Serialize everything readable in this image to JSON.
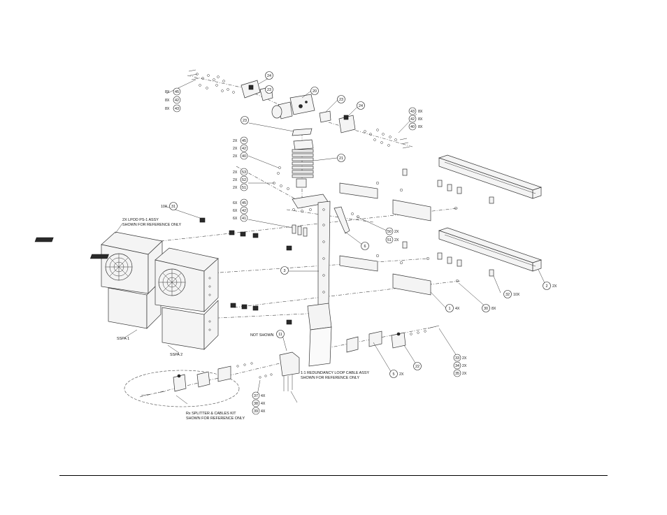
{
  "diagram": {
    "callouts": [
      {
        "id": "c24a",
        "num": "24",
        "qty": ""
      },
      {
        "id": "c23a",
        "num": "23",
        "qty": ""
      },
      {
        "id": "c20",
        "num": "20",
        "qty": ""
      },
      {
        "id": "c23b",
        "num": "23",
        "qty": ""
      },
      {
        "id": "c24b",
        "num": "24",
        "qty": ""
      },
      {
        "id": "c23c",
        "num": "23",
        "qty": ""
      },
      {
        "id": "c21",
        "num": "21",
        "qty": ""
      },
      {
        "id": "c45a",
        "num": "45",
        "qty": "8X"
      },
      {
        "id": "c42a",
        "num": "42",
        "qty": "8X"
      },
      {
        "id": "c43a",
        "num": "43",
        "qty": "8X"
      },
      {
        "id": "c43b",
        "num": "43",
        "qty": "8X"
      },
      {
        "id": "c42b",
        "num": "42",
        "qty": "8X"
      },
      {
        "id": "c40",
        "num": "40",
        "qty": "8X"
      },
      {
        "id": "c45b",
        "num": "45",
        "qty": "2X"
      },
      {
        "id": "c42c",
        "num": "42",
        "qty": "2X"
      },
      {
        "id": "c40b",
        "num": "40",
        "qty": "2X"
      },
      {
        "id": "c53",
        "num": "53",
        "qty": "2X"
      },
      {
        "id": "c52",
        "num": "52",
        "qty": "2X"
      },
      {
        "id": "c51",
        "num": "51",
        "qty": "2X"
      },
      {
        "id": "c45c",
        "num": "45",
        "qty": "6X"
      },
      {
        "id": "c42d",
        "num": "42",
        "qty": "6X"
      },
      {
        "id": "c41",
        "num": "41",
        "qty": "6X"
      },
      {
        "id": "c31",
        "num": "31",
        "qty": "10X"
      },
      {
        "id": "c50",
        "num": "50",
        "qty": "2X"
      },
      {
        "id": "c51b",
        "num": "51",
        "qty": "2X"
      },
      {
        "id": "c6",
        "num": "6",
        "qty": ""
      },
      {
        "id": "c3",
        "num": "3",
        "qty": ""
      },
      {
        "id": "c2",
        "num": "2",
        "qty": "2X"
      },
      {
        "id": "c32",
        "num": "32",
        "qty": "10X"
      },
      {
        "id": "c30",
        "num": "30",
        "qty": "8X"
      },
      {
        "id": "c1",
        "num": "1",
        "qty": "4X"
      },
      {
        "id": "c11",
        "num": "11",
        "qty": ""
      },
      {
        "id": "c5",
        "num": "5",
        "qty": "2X"
      },
      {
        "id": "c22",
        "num": "22",
        "qty": ""
      },
      {
        "id": "c33",
        "num": "33",
        "qty": "2X"
      },
      {
        "id": "c34",
        "num": "34",
        "qty": "2X"
      },
      {
        "id": "c35",
        "num": "35",
        "qty": "2X"
      },
      {
        "id": "c37",
        "num": "37",
        "qty": "4X"
      },
      {
        "id": "c38",
        "num": "38",
        "qty": "4X"
      },
      {
        "id": "c39",
        "num": "39",
        "qty": "4X"
      }
    ],
    "notes": {
      "lpod_line1": "2X LPOD PS-1 ASSY",
      "lpod_line2": "SHOWN FOR REFERENCE ONLY",
      "ssp1": "SSPA 1",
      "ssp2": "SSPA 2",
      "not_shown": "NOT SHOWN",
      "loop_line1": "1:1 REDUNDANCY LOOP CABLE ASSY",
      "loop_line2": "SHOWN FOR REFERENCE ONLY",
      "rx_line1": "Rx SPLITTER & CABLES KIT",
      "rx_line2": "SHOWN FOR REFERENCE ONLY"
    }
  }
}
